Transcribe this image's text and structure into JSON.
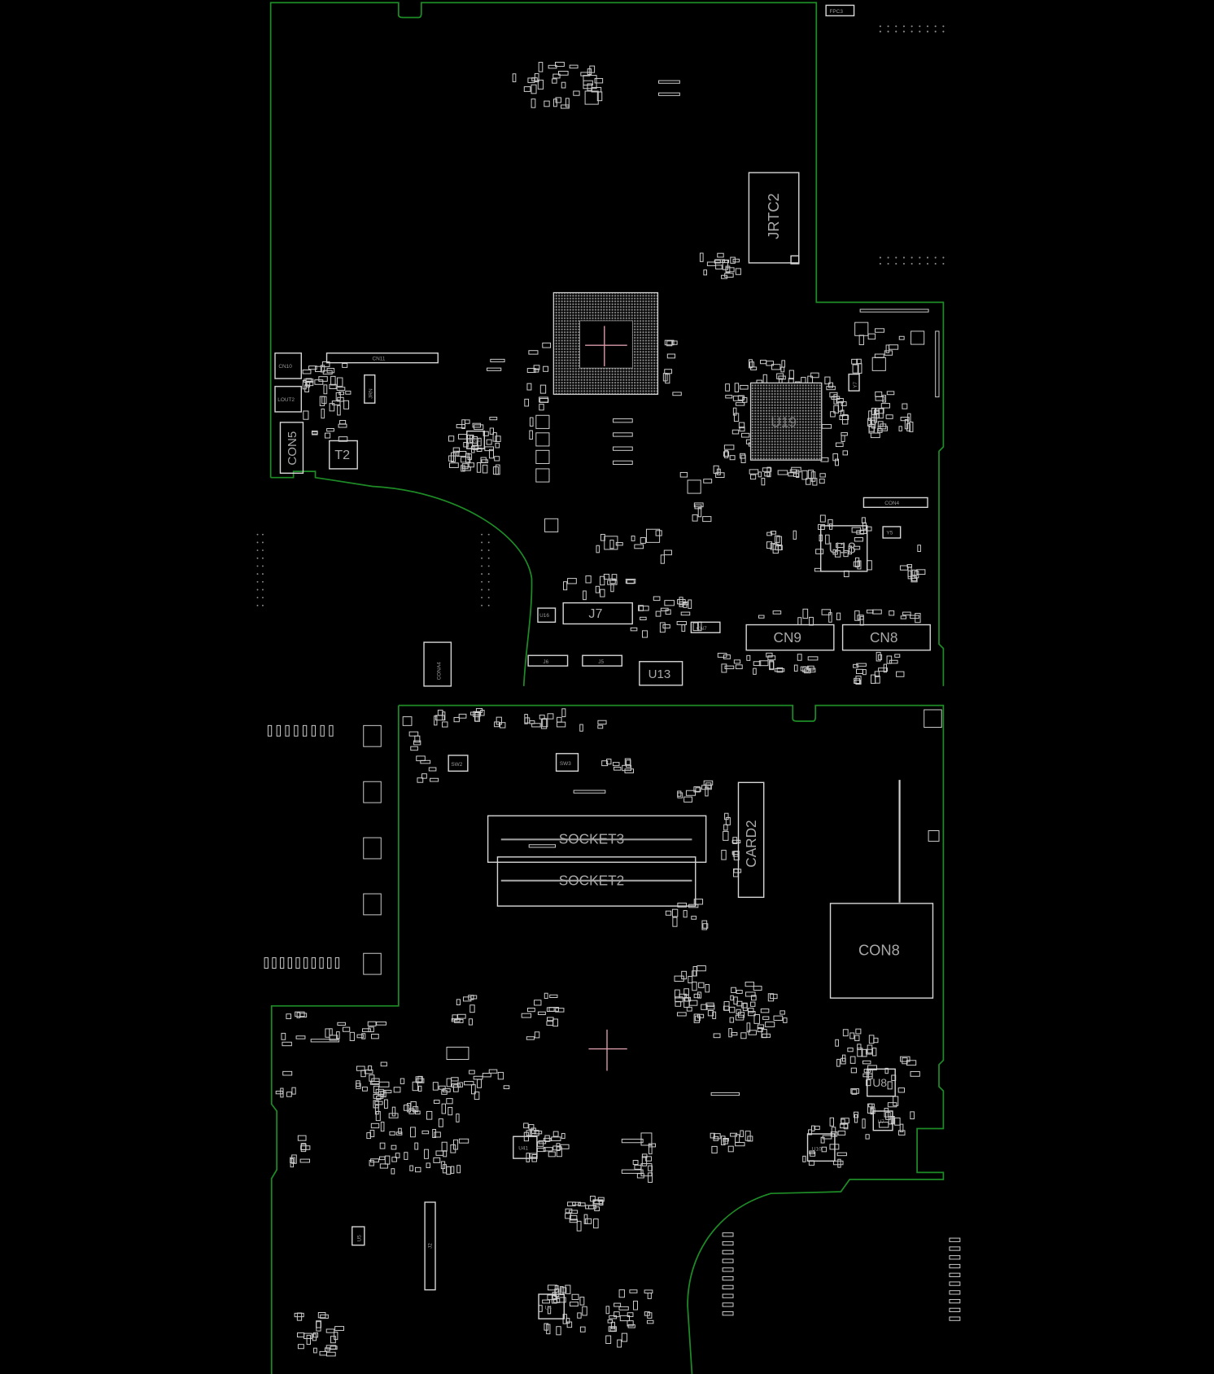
{
  "view": {
    "title": "Boardview",
    "upper_side": "top",
    "lower_side": "bottom"
  },
  "colors": {
    "background": "#000000",
    "board_outline": "#1e8c26",
    "component": "#d6d6d6",
    "label": "#a8a8a8",
    "cursor": "#d79aa8"
  },
  "top_side": {
    "components": {
      "jrtc2": "JRTC2",
      "fpc3": "FPC3",
      "cn11": "CN11",
      "cn10": "CN10",
      "lout2": "LOUT2",
      "con5": "CON5",
      "t2": "T2",
      "jrn": "JRN",
      "pu1": "PU1",
      "u19": "U19",
      "y7": "Y7",
      "con4": "CON4",
      "u18": "U18",
      "y5": "Y5",
      "j7": "J7",
      "u16": "U16",
      "cn7": "CN7",
      "cn9": "CN9",
      "cn8": "CN8",
      "u13": "U13",
      "j6": "J6",
      "j5": "J5",
      "cona4": "CONA4"
    }
  },
  "bottom_side": {
    "components": {
      "socket3": "SOCKET3",
      "socket2": "SOCKET2",
      "card2": "CARD2",
      "con8": "CON8",
      "sw2": "SW2",
      "sw3": "SW3",
      "u8": "U8",
      "u7": "U7",
      "u10": "U10",
      "u41": "U41",
      "u4": "U4",
      "u5": "U5",
      "j2": "J2"
    }
  }
}
